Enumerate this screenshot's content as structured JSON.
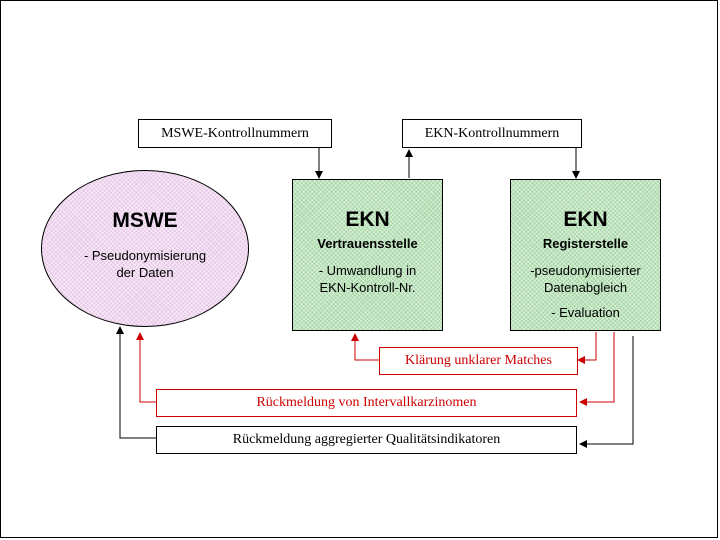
{
  "top_labels": {
    "mswe_kontrollnummern": "MSWE-Kontrollnummern",
    "ekn_kontrollnummern": "EKN-Kontrollnummern"
  },
  "mswe": {
    "title": "MSWE",
    "line1": "- Pseudonymisierung",
    "line2": "der Daten"
  },
  "vertrauensstelle": {
    "title": "EKN",
    "subtitle": "Vertrauensstelle",
    "line1": "- Umwandlung in",
    "line2": "EKN-Kontroll-Nr."
  },
  "registerstelle": {
    "title": "EKN",
    "subtitle": "Registerstelle",
    "line1": "-pseudonymisierter",
    "line2": "Datenabgleich",
    "line3": "-  Evaluation"
  },
  "feedback": {
    "klaerung": "Klärung unklarer Matches",
    "intervallkarzinome": "Rückmeldung von Intervallkarzinomen",
    "qualitaetsindikatoren": "Rückmeldung aggregierter Qualitätsindikatoren"
  },
  "colors": {
    "red": "#cc0000",
    "green_fill": "#a8d8a8",
    "pink_fill": "#e8c8e8"
  }
}
